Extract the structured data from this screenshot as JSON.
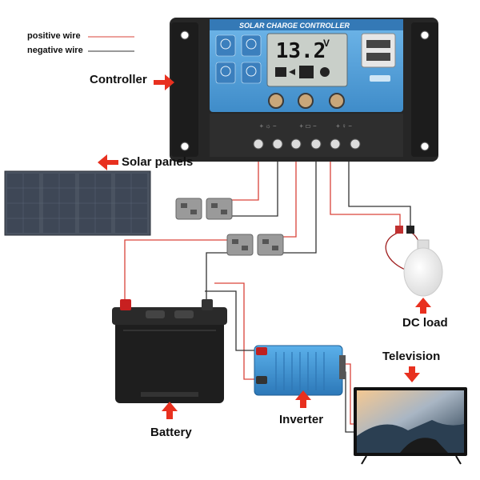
{
  "legend": {
    "positive": "positive wire",
    "negative": "negative wire",
    "positive_color": "#d9433a",
    "negative_color": "#333333"
  },
  "controller": {
    "header": "SOLAR CHARGE CONTROLLER",
    "display": "13.2",
    "unit": "V",
    "label": "Controller"
  },
  "labels": {
    "solar": "Solar panels",
    "dc_load": "DC load",
    "battery": "Battery",
    "inverter": "Inverter",
    "television": "Television"
  },
  "colors": {
    "arrow": "#e8301f",
    "panel_blue": "#5aa6dd",
    "controller_body": "#2a2a2a",
    "inverter_blue": "#3f8fd0"
  }
}
